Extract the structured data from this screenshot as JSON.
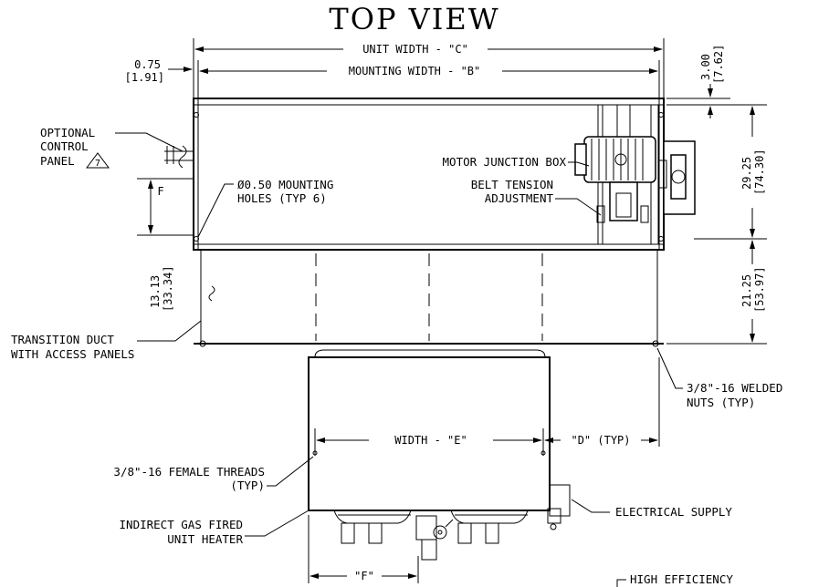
{
  "title": "TOP VIEW",
  "dimensions": {
    "unit_width": "UNIT WIDTH - \"C\"",
    "mounting_width": "MOUNTING WIDTH - \"B\"",
    "offset_in": "0.75",
    "offset_mm": "[1.91]",
    "top_in": "3.00",
    "top_mm": "[7.62]",
    "depth_in": "29.25",
    "depth_mm": "[74.30]",
    "duct_in": "21.25",
    "duct_mm": "[53.97]",
    "transition_in": "13.13",
    "transition_mm": "[33.34]",
    "width_e": "WIDTH - \"E\"",
    "d_typ": "\"D\" (TYP)",
    "f_label": "\"F\"",
    "f_side": "F"
  },
  "callouts": {
    "optional_control_line1": "OPTIONAL",
    "optional_control_line2": "CONTROL",
    "optional_control_line3": "PANEL",
    "note_number": "7",
    "mounting_holes_line1": "Ø0.50 MOUNTING",
    "mounting_holes_line2": "HOLES (TYP 6)",
    "motor_junction_box": "MOTOR JUNCTION BOX",
    "belt_tension_line1": "BELT TENSION",
    "belt_tension_line2": "ADJUSTMENT",
    "transition_duct_line1": "TRANSITION DUCT",
    "transition_duct_line2": "WITH ACCESS PANELS",
    "welded_nuts_line1": "3/8\"-16 WELDED",
    "welded_nuts_line2": "NUTS (TYP)",
    "female_threads_line1": "3/8\"-16 FEMALE THREADS",
    "female_threads_line2": "(TYP)",
    "electrical_supply": "ELECTRICAL SUPPLY",
    "gas_heater_line1": "INDIRECT GAS FIRED",
    "gas_heater_line2": "UNIT HEATER",
    "high_efficiency": "HIGH EFFICIENCY"
  }
}
